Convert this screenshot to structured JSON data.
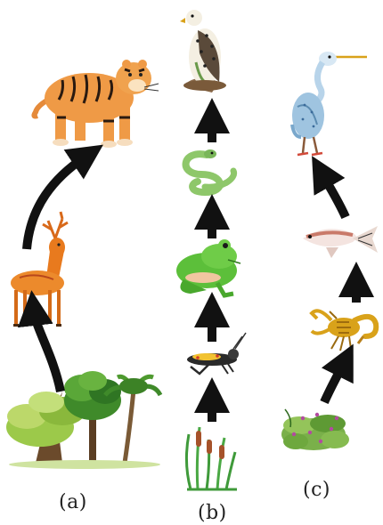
{
  "diagram": {
    "chains": [
      {
        "label": "(a)",
        "organisms": [
          "trees-icon",
          "deer-icon",
          "tiger-icon"
        ]
      },
      {
        "label": "(b)",
        "organisms": [
          "grass-icon",
          "grasshopper-icon",
          "frog-icon",
          "snake-icon",
          "eagle-icon"
        ]
      },
      {
        "label": "(c)",
        "organisms": [
          "water-plant-icon",
          "scorpion-icon",
          "fish-icon",
          "heron-icon"
        ]
      }
    ],
    "colors": {
      "arrow": "#111111",
      "tiger": "#e58a3a",
      "deer": "#e87a1e",
      "tree": "#4e9a2f",
      "frog": "#5cbf3a",
      "snake": "#8ec76a",
      "scorpion": "#d9a21a",
      "fish": "#c97a6a",
      "heron": "#9fc4e0"
    }
  }
}
